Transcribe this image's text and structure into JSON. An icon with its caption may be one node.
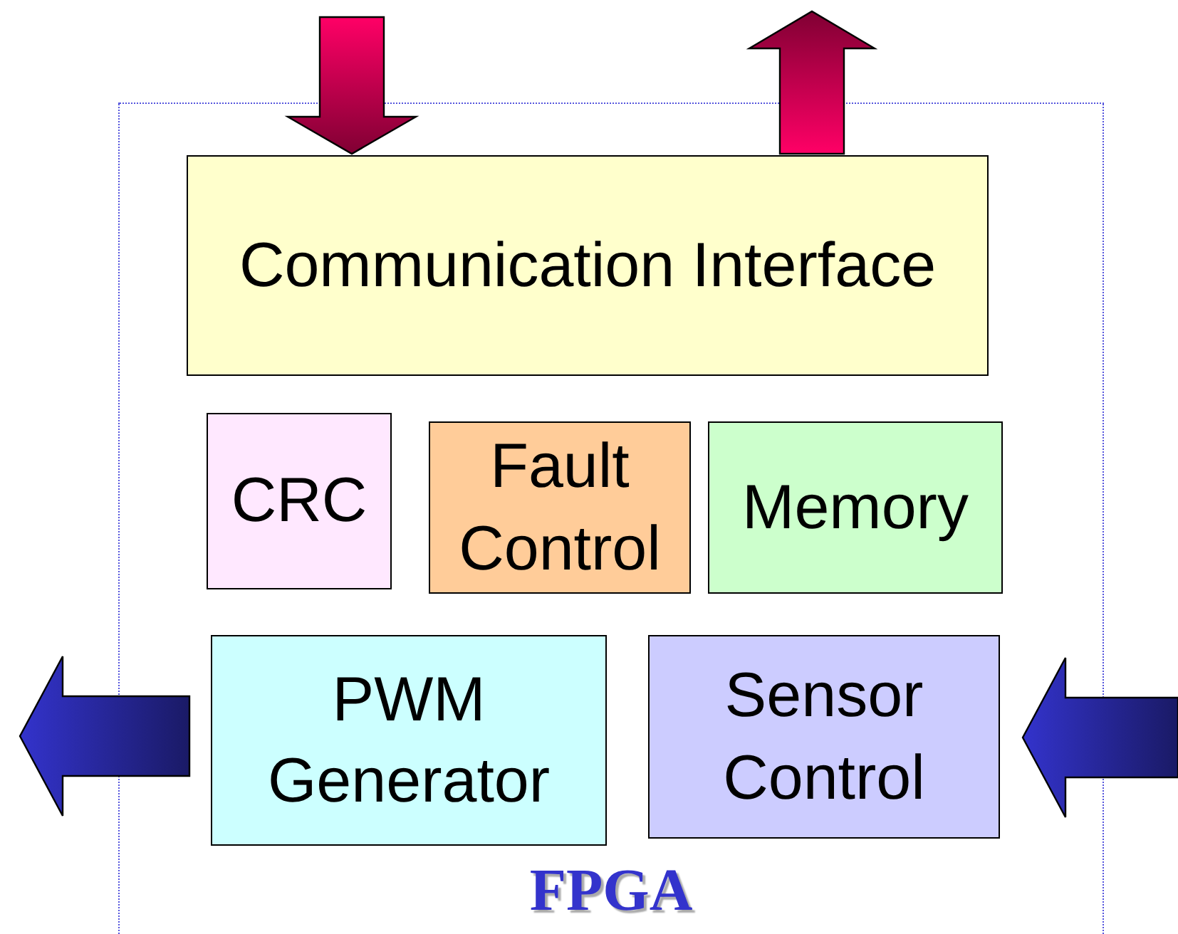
{
  "diagram": {
    "nodes": [
      {
        "text": [
          "FPGA"
        ]
      },
      {
        "text": [
          "Communication Interface"
        ],
        "in": 0
      },
      {
        "text": [
          "CRC"
        ],
        "in": 0
      },
      {
        "text": [
          "Fault Control"
        ],
        "in": 0
      },
      {
        "text": [
          "Memory"
        ],
        "in": 0
      },
      {
        "text": [
          "PWM Generator"
        ],
        "in": 0
      },
      {
        "text": [
          "Sensor Control"
        ],
        "in": 0
      }
    ],
    "edges": [
      {
        "from": null,
        "to": 1,
        "arrow": "to",
        "color": "#ff0066"
      },
      {
        "from": 1,
        "to": null,
        "arrow": "to",
        "color": "#ff0066"
      },
      {
        "from": 5,
        "to": null,
        "arrow": "to",
        "color": "#3333cc"
      },
      {
        "from": null,
        "to": 6,
        "arrow": "to",
        "color": "#3333cc"
      }
    ]
  }
}
